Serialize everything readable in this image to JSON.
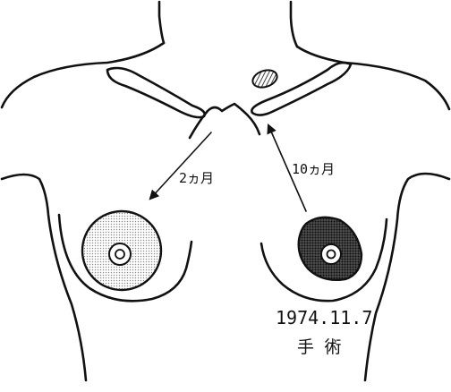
{
  "labels": {
    "left_arrow": "2ヵ月",
    "right_arrow": "10ヵ月",
    "date": "1974.11.7",
    "surgery": "手 術"
  },
  "colors": {
    "ink": "#111111",
    "stipple_light": "#9a9a9a",
    "stipple_dark": "#2a2a2a",
    "background": "#ffffff"
  }
}
